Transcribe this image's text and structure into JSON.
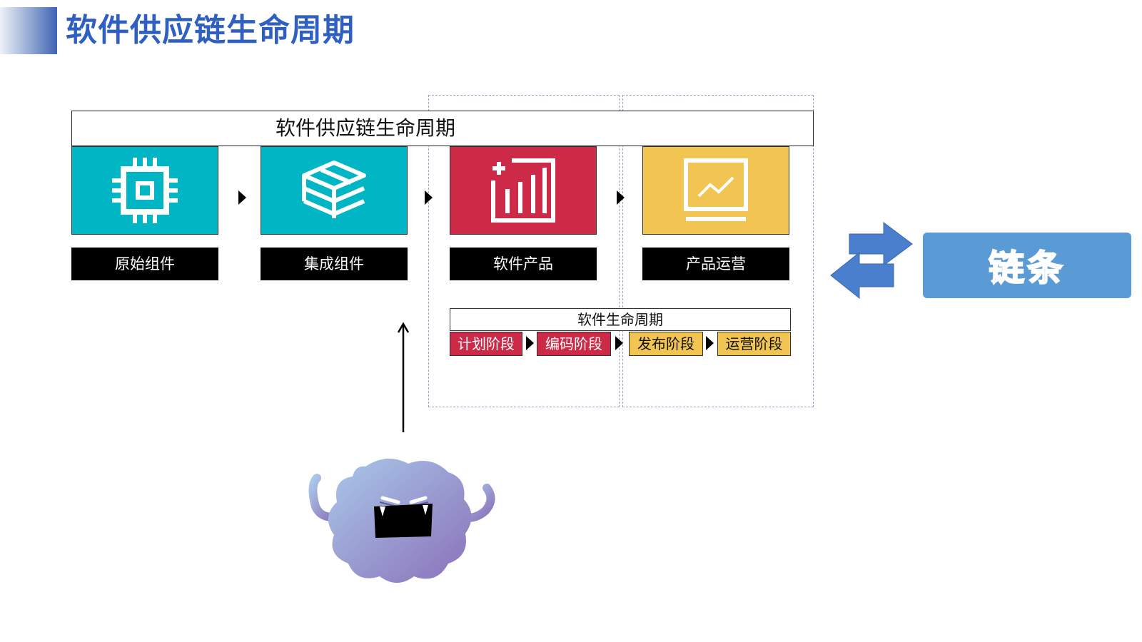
{
  "page": {
    "title": "软件供应链生命周期"
  },
  "supply_chain": {
    "header": "软件供应链生命周期",
    "stages": [
      {
        "label": "原始组件",
        "icon": "chip-icon",
        "color": "#00b5c4"
      },
      {
        "label": "集成组件",
        "icon": "layers-icon",
        "color": "#00b5c4"
      },
      {
        "label": "软件产品",
        "icon": "bar-chart-icon",
        "color": "#cc2a47"
      },
      {
        "label": "产品运营",
        "icon": "monitor-trend-icon",
        "color": "#f2c452"
      }
    ]
  },
  "software_lifecycle": {
    "header": "软件生命周期",
    "phases": [
      {
        "label": "计划阶段",
        "color": "#cc2a47"
      },
      {
        "label": "编码阶段",
        "color": "#cc2a47"
      },
      {
        "label": "发布阶段",
        "color": "#f2c452"
      },
      {
        "label": "运营阶段",
        "color": "#f2c452"
      }
    ]
  },
  "chain": {
    "label": "链条",
    "color": "#5b9bd5"
  },
  "attacker": {
    "icon": "monster-icon"
  }
}
